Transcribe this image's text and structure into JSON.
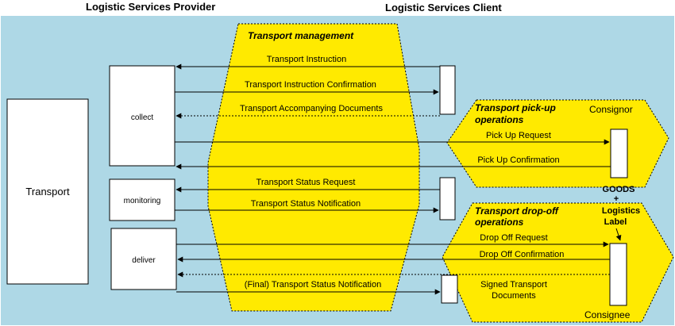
{
  "headers": {
    "provider": "Logistic Services Provider",
    "client": "Logistic Services Client"
  },
  "boxes": {
    "transport": "Transport",
    "collect": "collect",
    "monitoring": "monitoring",
    "deliver": "deliver"
  },
  "sections": {
    "transport_management": "Transport management",
    "pickup_line1": "Transport pick-up",
    "pickup_line2": "operations",
    "dropoff_line1": "Transport drop-off",
    "dropoff_line2": "operations"
  },
  "roles": {
    "consignor": "Consignor",
    "consignee": "Consignee"
  },
  "goods": {
    "line1": "GOODS",
    "line2": "+",
    "line3": "Logistics",
    "line4": "Label"
  },
  "messages": {
    "transport_instruction": "Transport Instruction",
    "transport_instruction_confirmation": "Transport Instruction Confirmation",
    "transport_accompanying_documents": "Transport Accompanying Documents",
    "pick_up_request": "Pick Up Request",
    "pick_up_confirmation": "Pick Up Confirmation",
    "transport_status_request": "Transport Status Request",
    "transport_status_notification": "Transport Status Notification",
    "drop_off_request": "Drop Off Request",
    "drop_off_confirmation": "Drop Off Confirmation",
    "final_transport_status_notification": "(Final) Transport Status Notification",
    "signed_docs_line1": "Signed Transport",
    "signed_docs_line2": "Documents"
  },
  "colors": {
    "background": "#aed8e6",
    "section_fill": "#ffea00",
    "box_fill": "#ffffff",
    "line": "#000000"
  }
}
